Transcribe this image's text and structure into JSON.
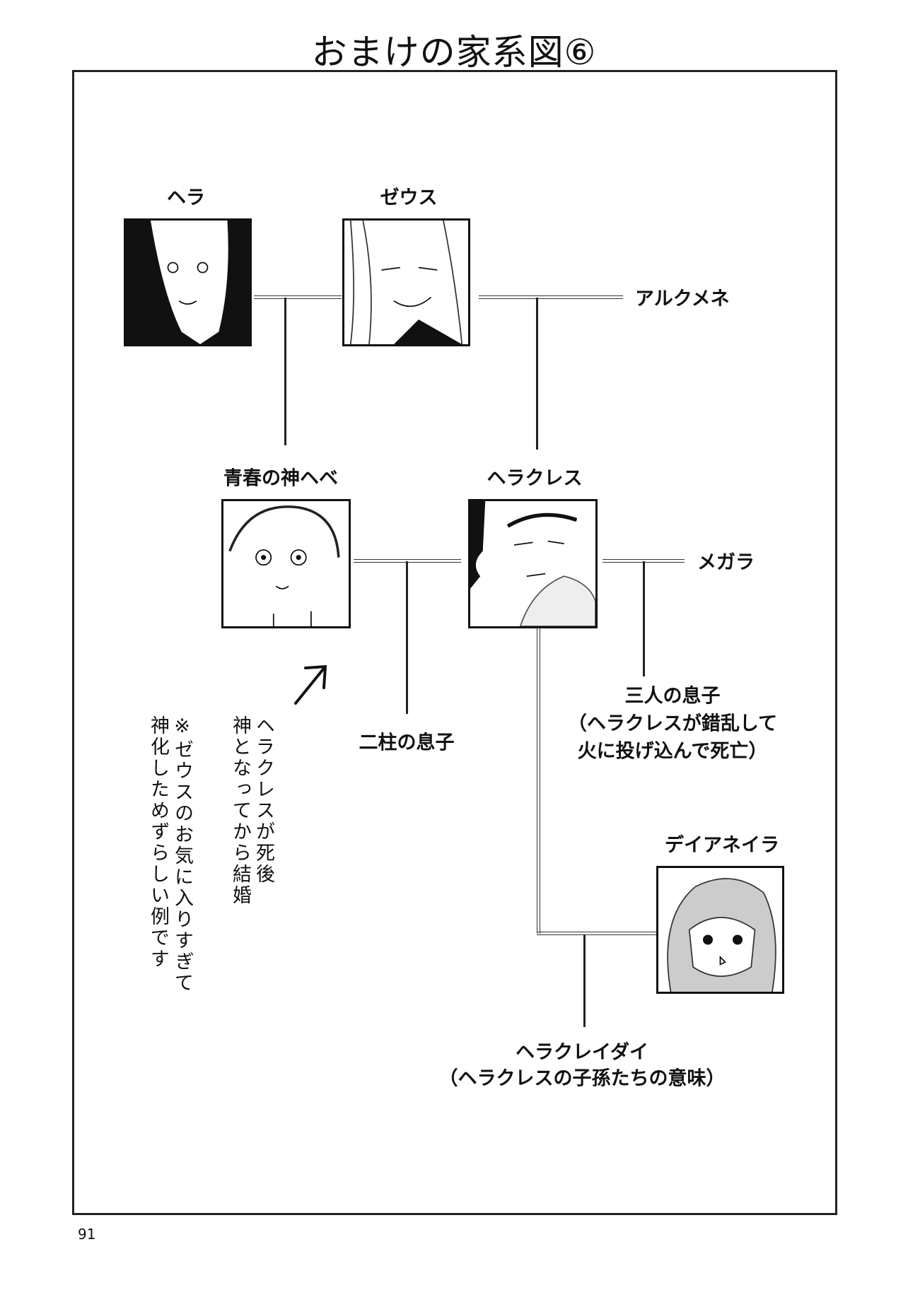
{
  "title": "おまけの家系図⑥",
  "page_number": "91",
  "people": {
    "hera": "ヘラ",
    "zeus": "ゼウス",
    "alcmene": "アルクメネ",
    "hebe": "青春の神ヘベ",
    "heracles": "ヘラクレス",
    "megara": "メガラ",
    "deianeira": "デイアネイラ"
  },
  "children": {
    "hebe_sons": "二柱の息子",
    "megara_sons": [
      "三人の息子",
      "（ヘラクレスが錯乱して",
      "火に投げ込んで死亡）"
    ],
    "heracleidae": [
      "ヘラクレイダイ",
      "（ヘラクレスの子孫たちの意味）"
    ]
  },
  "notes": {
    "marriage": [
      "ヘラクレスが死後",
      "神となってから結婚"
    ],
    "deification": [
      "※ゼウスのお気に入りすぎて",
      "神化しためずらしい例です"
    ]
  }
}
